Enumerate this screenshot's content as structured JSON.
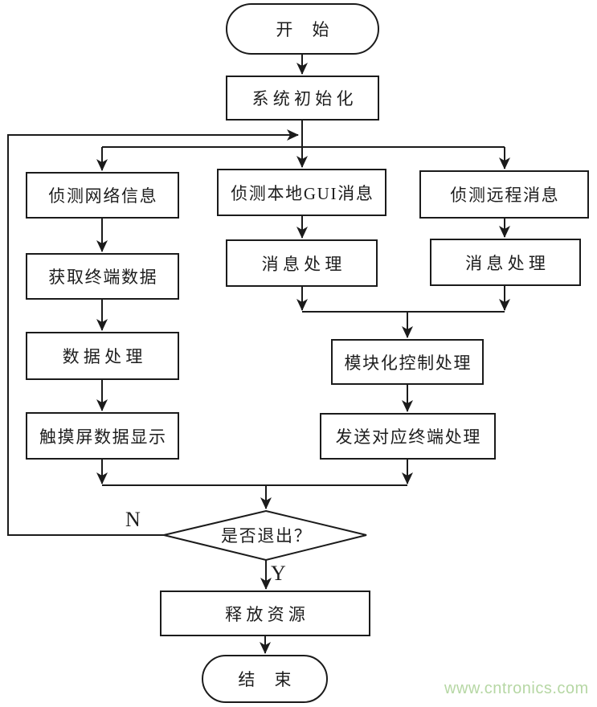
{
  "nodes": {
    "start": "开 始",
    "system_init": "系统初始化",
    "detect_network_info": "侦测网络信息",
    "get_terminal_data": "获取终端数据",
    "data_processing": "数据处理",
    "touchscreen_data_display": "触摸屏数据显示",
    "detect_local_gui_msg": "侦测本地GUI消息",
    "local_msg_processing": "消息处理",
    "detect_remote_msg": "侦测远程消息",
    "remote_msg_processing": "消息处理",
    "modular_control_processing": "模块化控制处理",
    "send_to_terminal_processing": "发送对应终端处理",
    "exit_decision": "是否退出？",
    "release_resources": "释放资源",
    "end": "结 束"
  },
  "branch_labels": {
    "no": "N",
    "yes": "Y"
  },
  "watermark": {
    "text": "www.cntronics.com",
    "color": "#b6d7a4"
  },
  "colors": {
    "line": "#1b1b1b",
    "node_fill": "#ffffff"
  },
  "edges": [
    {
      "from": "start",
      "to": "system_init"
    },
    {
      "from": "system_init",
      "to": "detect_network_info"
    },
    {
      "from": "system_init",
      "to": "detect_local_gui_msg"
    },
    {
      "from": "system_init",
      "to": "detect_remote_msg"
    },
    {
      "from": "detect_network_info",
      "to": "get_terminal_data"
    },
    {
      "from": "get_terminal_data",
      "to": "data_processing"
    },
    {
      "from": "data_processing",
      "to": "touchscreen_data_display"
    },
    {
      "from": "detect_local_gui_msg",
      "to": "local_msg_processing"
    },
    {
      "from": "detect_remote_msg",
      "to": "remote_msg_processing"
    },
    {
      "from": "local_msg_processing",
      "to": "modular_control_processing"
    },
    {
      "from": "remote_msg_processing",
      "to": "modular_control_processing"
    },
    {
      "from": "modular_control_processing",
      "to": "send_to_terminal_processing"
    },
    {
      "from": "touchscreen_data_display",
      "to": "exit_decision"
    },
    {
      "from": "send_to_terminal_processing",
      "to": "exit_decision"
    },
    {
      "from": "exit_decision",
      "to": "system_init",
      "label": "N"
    },
    {
      "from": "exit_decision",
      "to": "release_resources",
      "label": "Y"
    },
    {
      "from": "release_resources",
      "to": "end"
    }
  ]
}
